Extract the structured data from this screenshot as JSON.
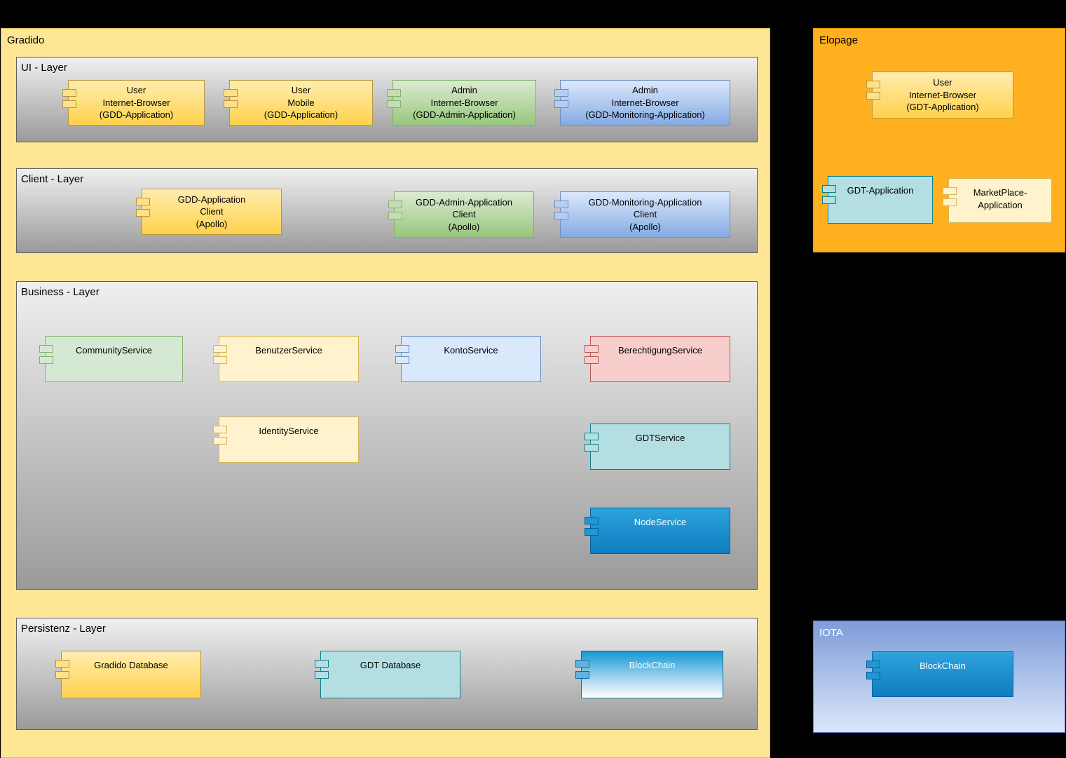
{
  "palette": {
    "background": "#000000",
    "gradido_bg": "#ffe694",
    "elopage_bg": "#ffb01f",
    "iota_top": "#7e9cd8",
    "iota_bottom": "#dbe6fa",
    "layer_top": "#f0f0f0",
    "layer_bottom": "#9a9a9a",
    "yellow": "#ffd24d",
    "yellow_light": "#fff2cc",
    "green": "#d5e8d4",
    "blue_light": "#dae8fc",
    "pink": "#f8cecc",
    "teal": "#b3dfe3",
    "blue_solid": "#1699d3"
  },
  "gradido": {
    "title": "Gradido",
    "ui_layer": {
      "title": "UI - Layer",
      "components": [
        {
          "label": "User\nInternet-Browser\n(GDD-Application)"
        },
        {
          "label": "User\nMobile\n(GDD-Application)"
        },
        {
          "label": "Admin\nInternet-Browser\n(GDD-Admin-Application)"
        },
        {
          "label": "Admin\nInternet-Browser\n(GDD-Monitoring-Application)"
        }
      ]
    },
    "client_layer": {
      "title": "Client - Layer",
      "components": [
        {
          "label": "GDD-Application\nClient\n(Apollo)"
        },
        {
          "label": "GDD-Admin-Application\nClient\n(Apollo)"
        },
        {
          "label": "GDD-Monitoring-Application\nClient\n(Apollo)"
        }
      ]
    },
    "business_layer": {
      "title": "Business - Layer",
      "components": [
        {
          "label": "CommunityService"
        },
        {
          "label": "BenutzerService"
        },
        {
          "label": "KontoService"
        },
        {
          "label": "BerechtigungService"
        },
        {
          "label": "IdentityService"
        },
        {
          "label": "GDTService"
        },
        {
          "label": "NodeService"
        }
      ]
    },
    "persistenz_layer": {
      "title": "Persistenz - Layer",
      "components": [
        {
          "label": "Gradido Database"
        },
        {
          "label": "GDT Database"
        },
        {
          "label": "BlockChain"
        }
      ]
    }
  },
  "elopage": {
    "title": "Elopage",
    "components": [
      {
        "label": "User\nInternet-Browser\n(GDT-Application)"
      },
      {
        "label": "GDT-Application"
      },
      {
        "label": "MarketPlace-\nApplication"
      }
    ]
  },
  "iota": {
    "title": "IOTA",
    "components": [
      {
        "label": "BlockChain"
      }
    ]
  }
}
